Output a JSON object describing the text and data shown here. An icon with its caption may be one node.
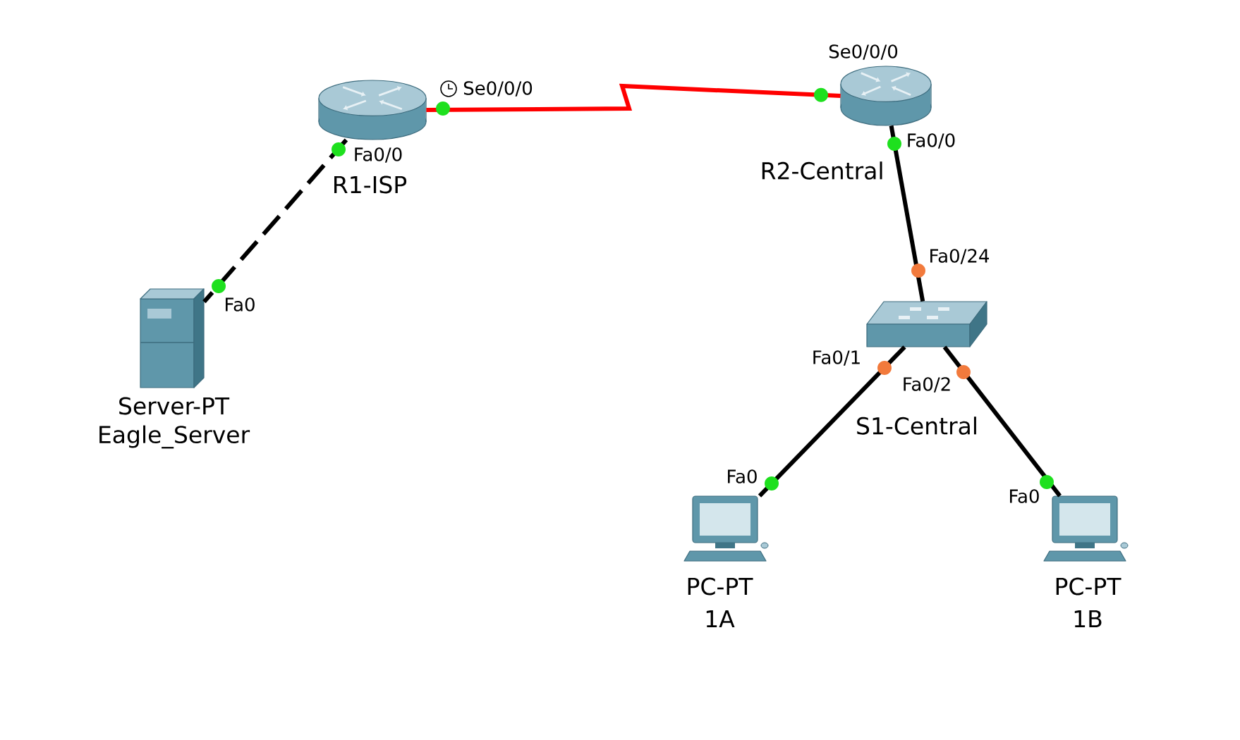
{
  "diagram": {
    "nodes": [
      {
        "text": [
          "R1-ISP"
        ],
        "beside": [
          "Se0/0/0",
          "Fa0/0"
        ]
      },
      {
        "text": [
          "R2-Central"
        ],
        "beside": [
          "Se0/0/0",
          "Fa0/0"
        ]
      },
      {
        "text": [
          "Server-PT",
          "Eagle_Server"
        ],
        "beside": [
          "Fa0"
        ]
      },
      {
        "text": [
          "S1-Central"
        ],
        "beside": [
          "Fa0/24",
          "Fa0/1",
          "Fa0/2"
        ]
      },
      {
        "text": [
          "PC-PT",
          "1A"
        ],
        "beside": [
          "Fa0"
        ]
      },
      {
        "text": [
          "PC-PT",
          "1B"
        ],
        "beside": [
          "Fa0"
        ]
      }
    ],
    "edges": [
      {
        "from": 0,
        "to": 2,
        "arrow": "none",
        "style": "dashed"
      },
      {
        "from": 0,
        "to": 1,
        "arrow": "none",
        "color": "#ff0000"
      },
      {
        "from": 1,
        "to": 3,
        "arrow": "none"
      },
      {
        "from": 3,
        "to": 4,
        "arrow": "none"
      },
      {
        "from": 3,
        "to": 5,
        "arrow": "none"
      }
    ]
  }
}
